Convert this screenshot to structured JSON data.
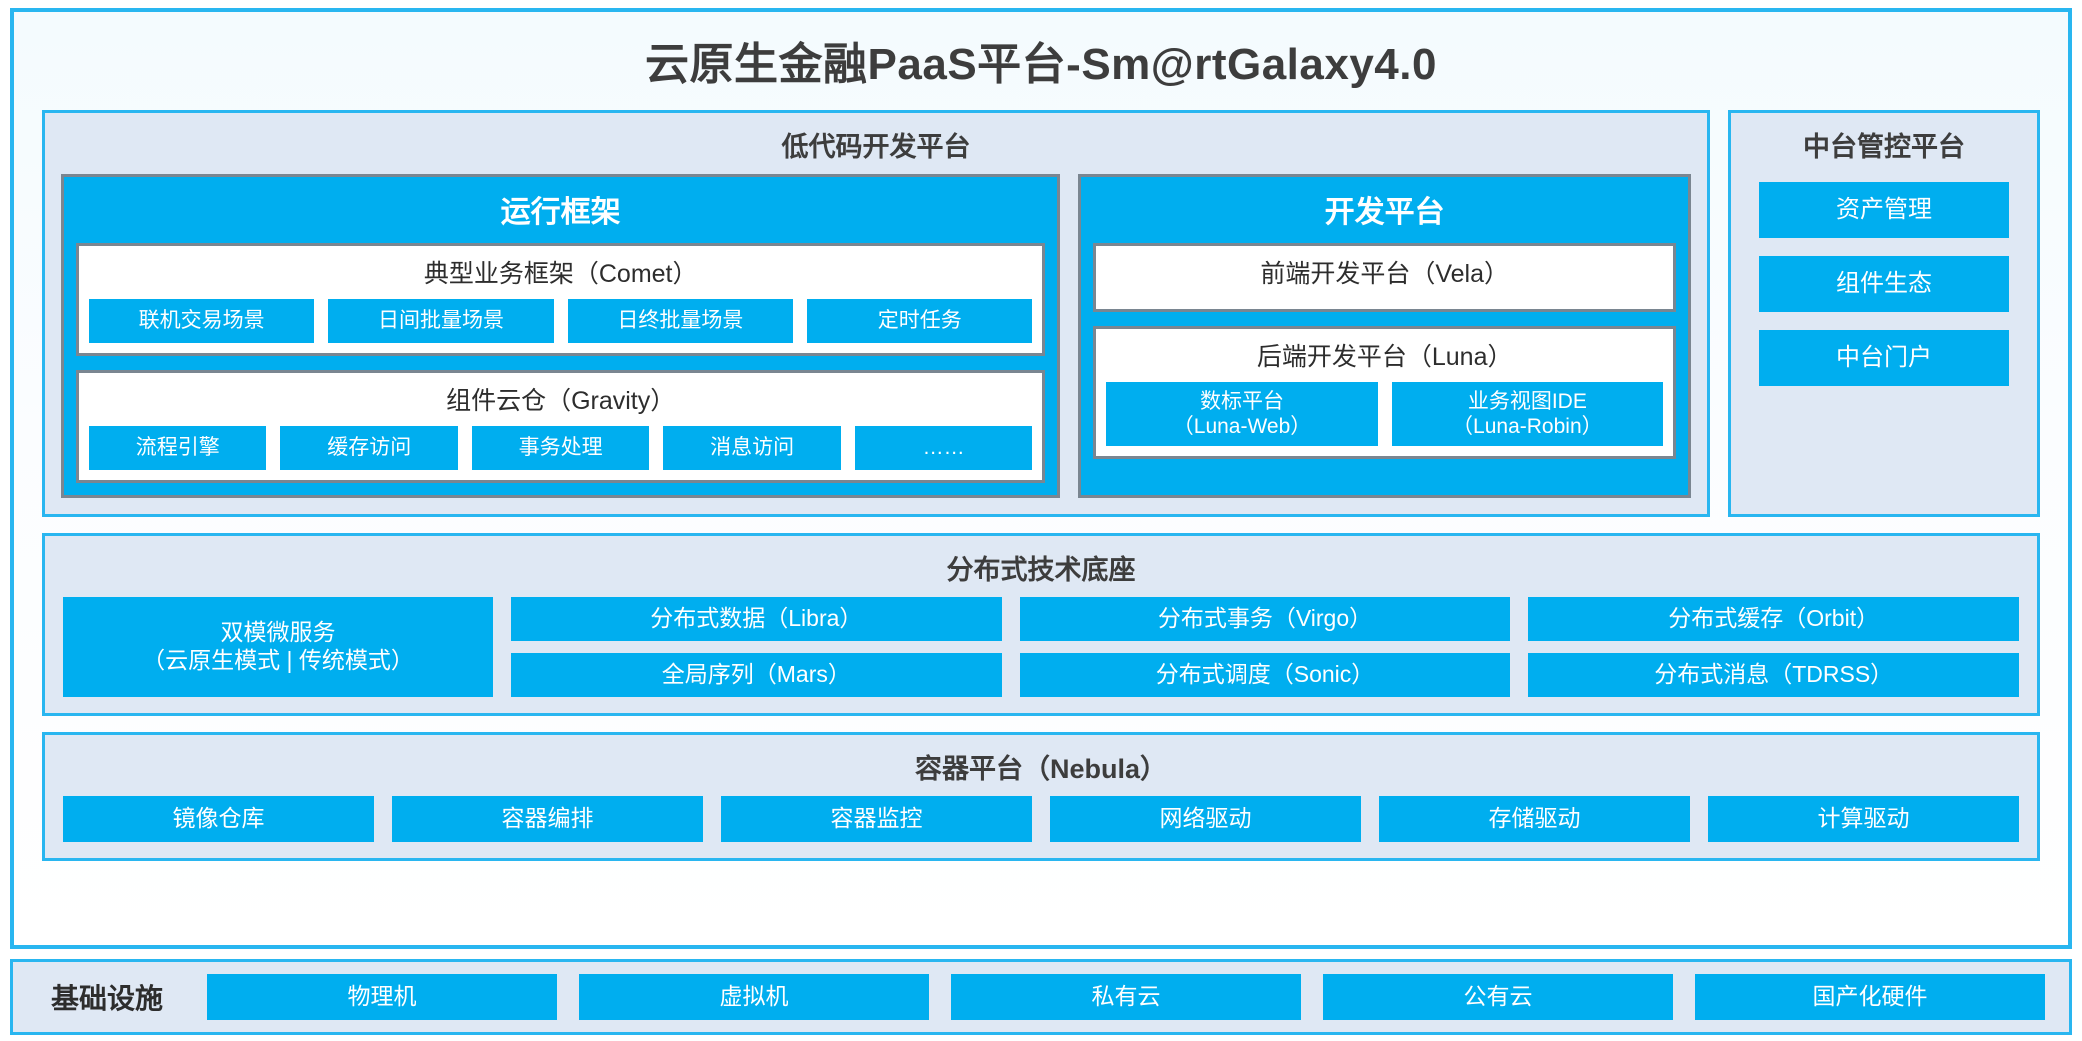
{
  "main_title": "云原生金融PaaS平台-Sm@rtGalaxy4.0",
  "colors": {
    "accent_blue": "#00aeef",
    "border_blue": "#29b6f0",
    "panel_bg": "#dfe8f4",
    "gray_border": "#7a8691"
  },
  "lowcode": {
    "title": "低代码开发平台",
    "runtime_framework": {
      "title": "运行框架",
      "comet": {
        "title": "典型业务框架（Comet）",
        "items": [
          "联机交易场景",
          "日间批量场景",
          "日终批量场景",
          "定时任务"
        ]
      },
      "gravity": {
        "title": "组件云仓（Gravity）",
        "items": [
          "流程引擎",
          "缓存访问",
          "事务处理",
          "消息访问",
          "……"
        ]
      }
    },
    "dev_platform": {
      "title": "开发平台",
      "vela": {
        "title": "前端开发平台（Vela）"
      },
      "luna": {
        "title": "后端开发平台（Luna）",
        "items": [
          {
            "line1": "数标平台",
            "line2": "（Luna-Web）"
          },
          {
            "line1": "业务视图IDE",
            "line2": "（Luna-Robin）"
          }
        ]
      }
    }
  },
  "zhongtai": {
    "title": "中台管控平台",
    "items": [
      "资产管理",
      "组件生态",
      "中台门户"
    ]
  },
  "distributed_base": {
    "title": "分布式技术底座",
    "microservice": {
      "line1": "双模微服务",
      "line2": "（云原生模式 | 传统模式）"
    },
    "columns": [
      [
        "分布式数据（Libra）",
        "全局序列（Mars）"
      ],
      [
        "分布式事务（Virgo）",
        "分布式调度（Sonic）"
      ],
      [
        "分布式缓存（Orbit）",
        "分布式消息（TDRSS）"
      ]
    ]
  },
  "container_platform": {
    "title": "容器平台（Nebula）",
    "items": [
      "镜像仓库",
      "容器编排",
      "容器监控",
      "网络驱动",
      "存储驱动",
      "计算驱动"
    ]
  },
  "infrastructure": {
    "label": "基础设施",
    "items": [
      "物理机",
      "虚拟机",
      "私有云",
      "公有云",
      "国产化硬件"
    ]
  }
}
